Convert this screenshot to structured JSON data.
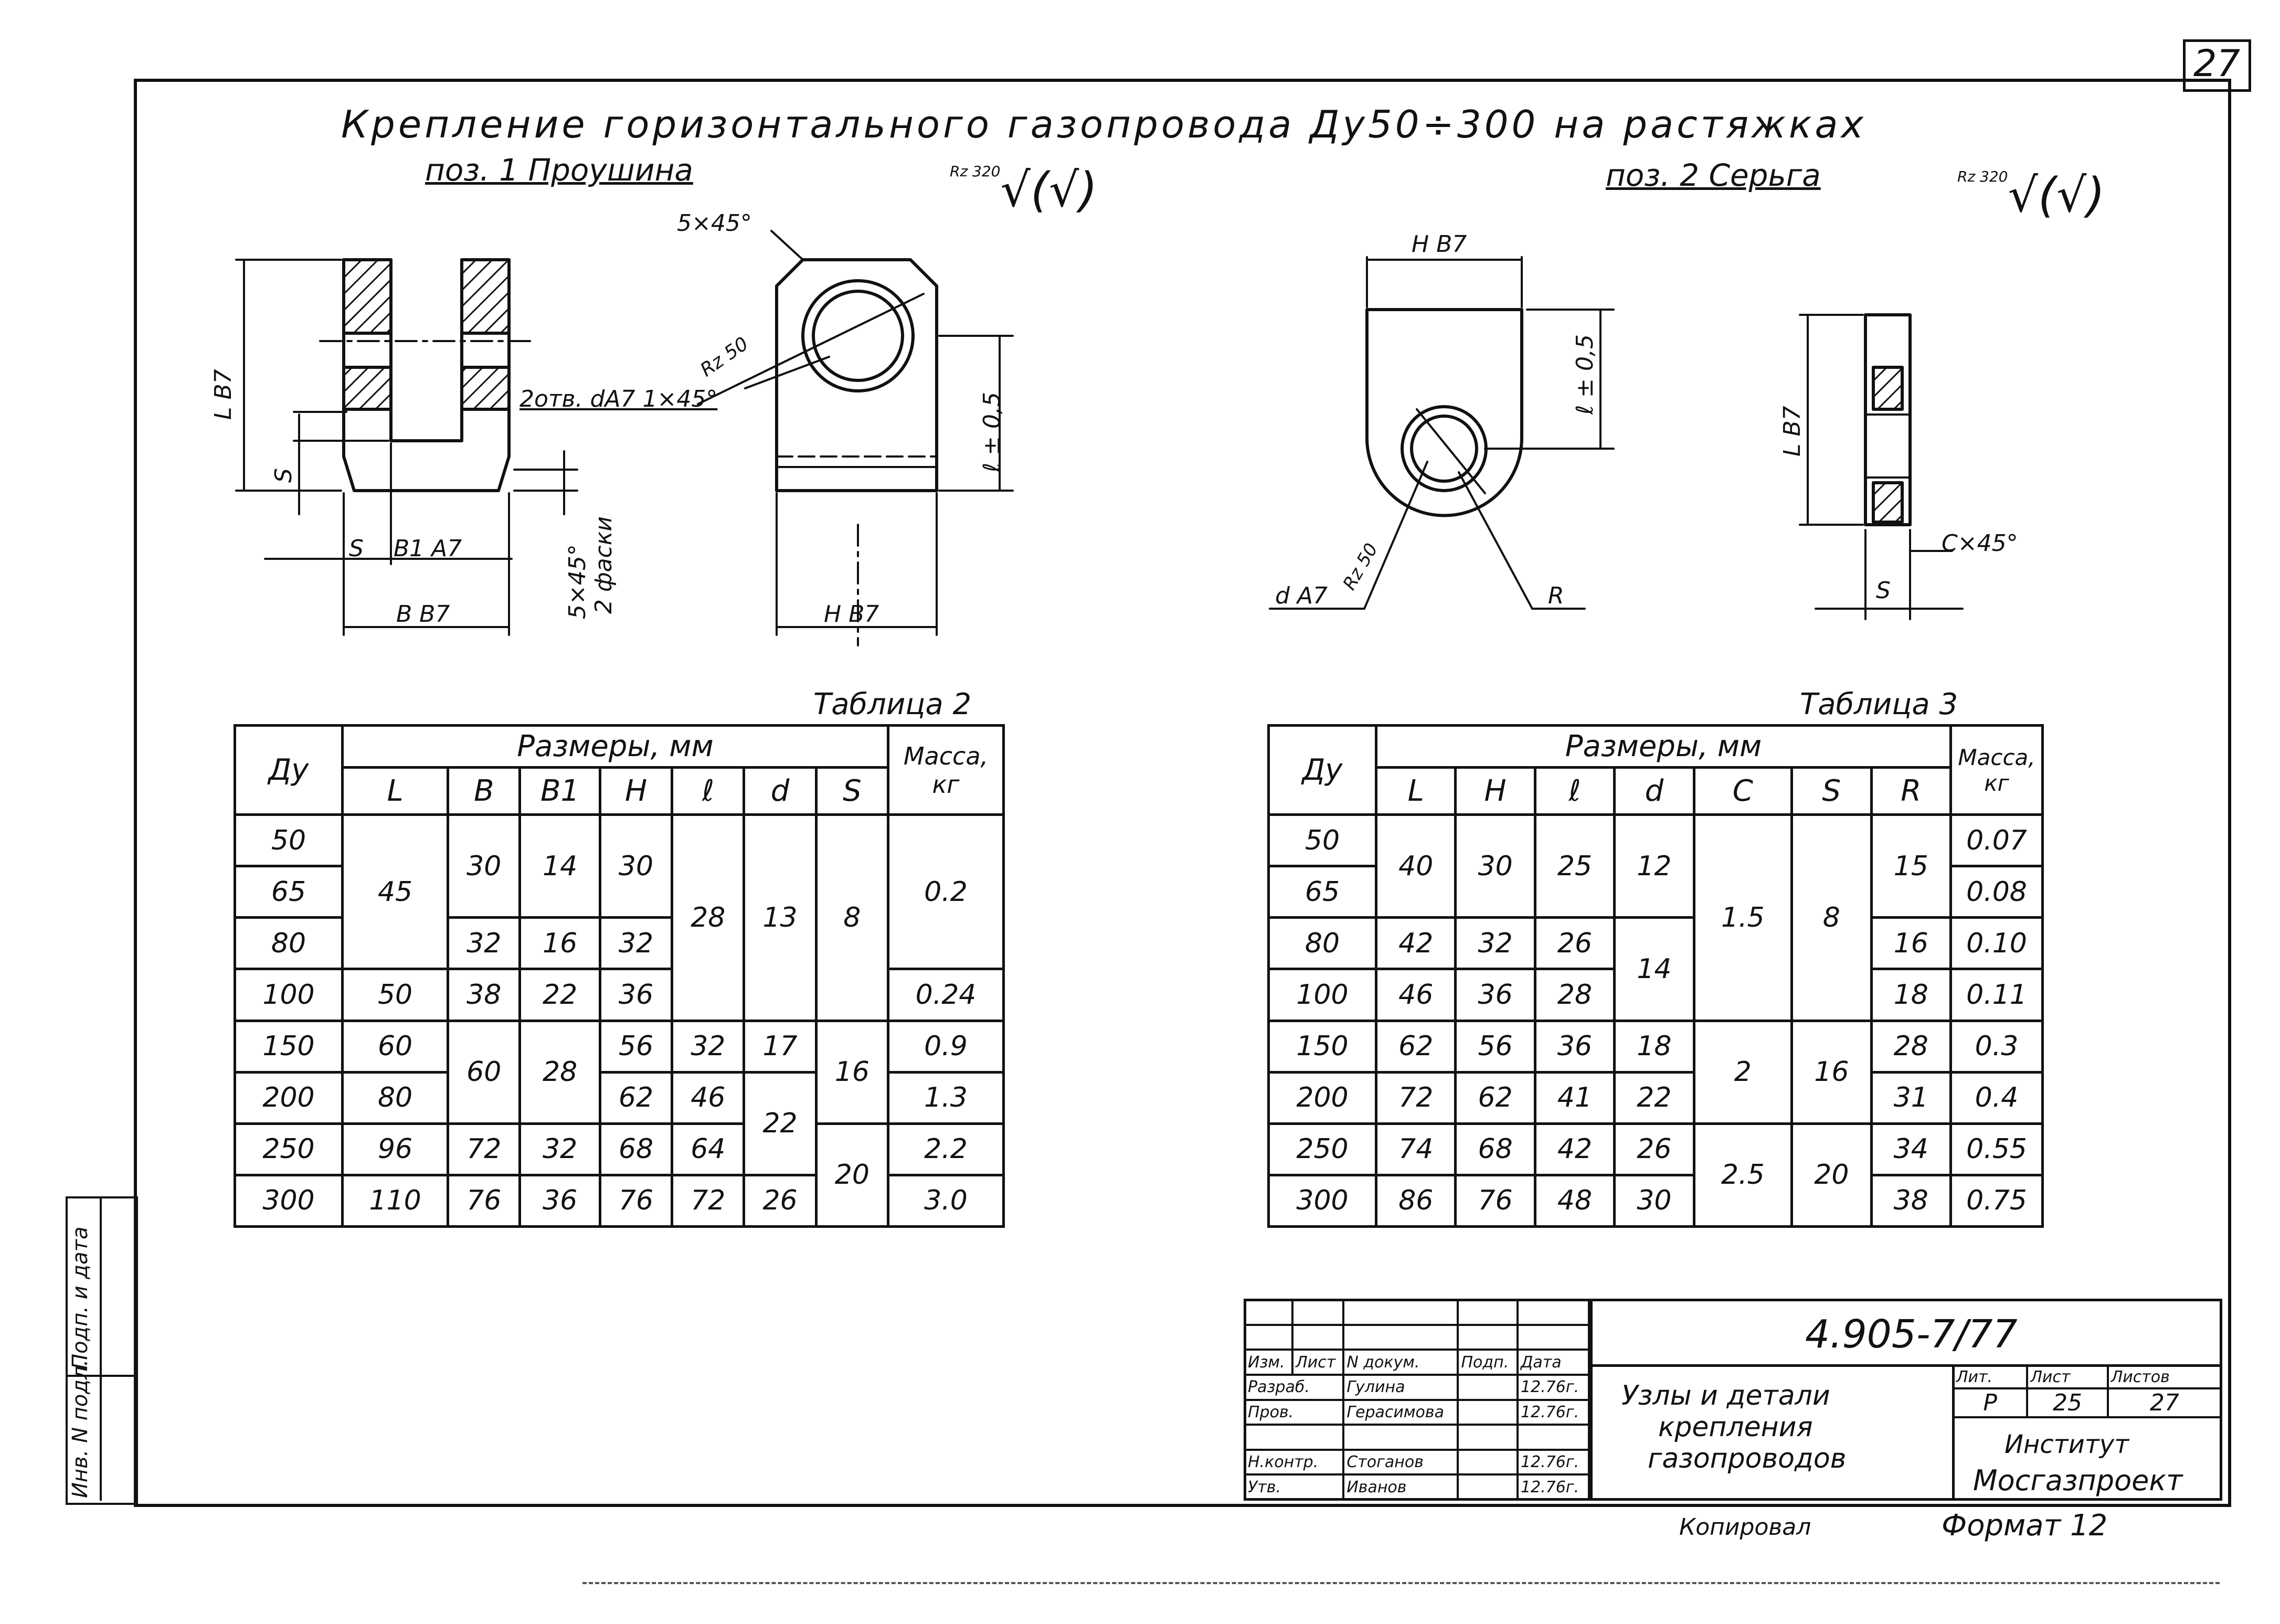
{
  "sheet_number": "27",
  "title": "Крепление горизонтального газопровода Ду50÷300 на растяжках",
  "part1": {
    "heading": "поз. 1 Проушина",
    "roughness": {
      "mark": "Rz 320",
      "suffix": "(√)"
    },
    "labels": {
      "L": "L B7",
      "S_vert": "S",
      "S_bottom": "S",
      "B1": "B1 A7",
      "B": "B B7",
      "chamfer_side": "5×45°",
      "chamfer_side2": "2 фаски",
      "chamfer_top": "5×45°",
      "R": "Rz 50",
      "hole": "2отв. dA7 1×45°",
      "l": "ℓ ± 0,5",
      "H": "H B7"
    }
  },
  "part2": {
    "heading": "поз. 2 Серьга",
    "roughness": {
      "mark": "Rz 320",
      "suffix": "(√)"
    },
    "labels": {
      "H": "H B7",
      "l": "ℓ ± 0,5",
      "d": "d A7",
      "Rz": "Rz 50",
      "R": "R",
      "L": "L B7",
      "C": "C×45°",
      "S": "S"
    }
  },
  "table2": {
    "caption": "Таблица 2",
    "group_header": "Размеры, мм",
    "mass_header": "Масса, кг",
    "columns": [
      "Ду",
      "L",
      "B",
      "B1",
      "H",
      "ℓ",
      "d",
      "S"
    ],
    "rows": [
      {
        "du": "50",
        "L": "45",
        "B": "30",
        "B1": "14",
        "H": "30",
        "l": "28",
        "d": "13",
        "S": "8",
        "m": "0.2"
      },
      {
        "du": "65",
        "L": "",
        "B": "",
        "B1": "",
        "H": "",
        "l": "",
        "d": "",
        "S": "",
        "m": ""
      },
      {
        "du": "80",
        "L": "",
        "B": "32",
        "B1": "16",
        "H": "32",
        "l": "",
        "d": "",
        "S": "",
        "m": ""
      },
      {
        "du": "100",
        "L": "50",
        "B": "38",
        "B1": "22",
        "H": "36",
        "l": "",
        "d": "",
        "S": "",
        "m": "0.24"
      },
      {
        "du": "150",
        "L": "60",
        "B": "60",
        "B1": "28",
        "H": "56",
        "l": "32",
        "d": "17",
        "S": "16",
        "m": "0.9"
      },
      {
        "du": "200",
        "L": "80",
        "B": "",
        "B1": "",
        "H": "62",
        "l": "46",
        "d": "22",
        "S": "",
        "m": "1.3"
      },
      {
        "du": "250",
        "L": "96",
        "B": "72",
        "B1": "32",
        "H": "68",
        "l": "64",
        "d": "",
        "S": "20",
        "m": "2.2"
      },
      {
        "du": "300",
        "L": "110",
        "B": "76",
        "B1": "36",
        "H": "76",
        "l": "72",
        "d": "26",
        "S": "",
        "m": "3.0"
      }
    ]
  },
  "table3": {
    "caption": "Таблица 3",
    "group_header": "Размеры, мм",
    "mass_header": "Масса, кг",
    "columns": [
      "Ду",
      "L",
      "H",
      "ℓ",
      "d",
      "C",
      "S",
      "R"
    ],
    "rows": [
      {
        "du": "50",
        "L": "40",
        "H": "30",
        "l": "25",
        "d": "12",
        "C": "1.5",
        "S": "8",
        "R": "15",
        "m": "0.07"
      },
      {
        "du": "65",
        "L": "",
        "H": "",
        "l": "",
        "d": "",
        "C": "",
        "S": "",
        "R": "",
        "m": "0.08"
      },
      {
        "du": "80",
        "L": "42",
        "H": "32",
        "l": "26",
        "d": "14",
        "C": "",
        "S": "",
        "R": "16",
        "m": "0.10"
      },
      {
        "du": "100",
        "L": "46",
        "H": "36",
        "l": "28",
        "d": "",
        "C": "",
        "S": "",
        "R": "18",
        "m": "0.11"
      },
      {
        "du": "150",
        "L": "62",
        "H": "56",
        "l": "36",
        "d": "18",
        "C": "2",
        "S": "16",
        "R": "28",
        "m": "0.3"
      },
      {
        "du": "200",
        "L": "72",
        "H": "62",
        "l": "41",
        "d": "22",
        "C": "",
        "S": "",
        "R": "31",
        "m": "0.4"
      },
      {
        "du": "250",
        "L": "74",
        "H": "68",
        "l": "42",
        "d": "26",
        "C": "2.5",
        "S": "20",
        "R": "34",
        "m": "0.55"
      },
      {
        "du": "300",
        "L": "86",
        "H": "76",
        "l": "48",
        "d": "30",
        "C": "",
        "S": "",
        "R": "38",
        "m": "0.75"
      }
    ]
  },
  "stamp": {
    "doc_code": "4.905-7/77",
    "name_lines": [
      "Узлы и детали",
      "крепления",
      "газопроводов"
    ],
    "lit_header": "Лит.",
    "sheet_header": "Лист",
    "sheets_header": "Листов",
    "lit": "Р",
    "sheet": "25",
    "sheets": "27",
    "org1": "Институт",
    "org2": "Мосгазпроект",
    "hdr": [
      "Изм.",
      "Лист",
      "N докум.",
      "Подп.",
      "Дата"
    ],
    "people": [
      {
        "role": "Разраб.",
        "name": "Гулина",
        "date": "12.76г."
      },
      {
        "role": "Пров.",
        "name": "Герасимова",
        "date": "12.76г."
      },
      {
        "role": "Н.контр.",
        "name": "Стоганов",
        "date": "12.76г."
      },
      {
        "role": "Утв.",
        "name": "Иванов",
        "date": "12.76г."
      }
    ],
    "copied": "Копировал",
    "format": "Формат 12"
  },
  "side_stamp": [
    "Инв. N подл.",
    "Подп. и дата"
  ]
}
